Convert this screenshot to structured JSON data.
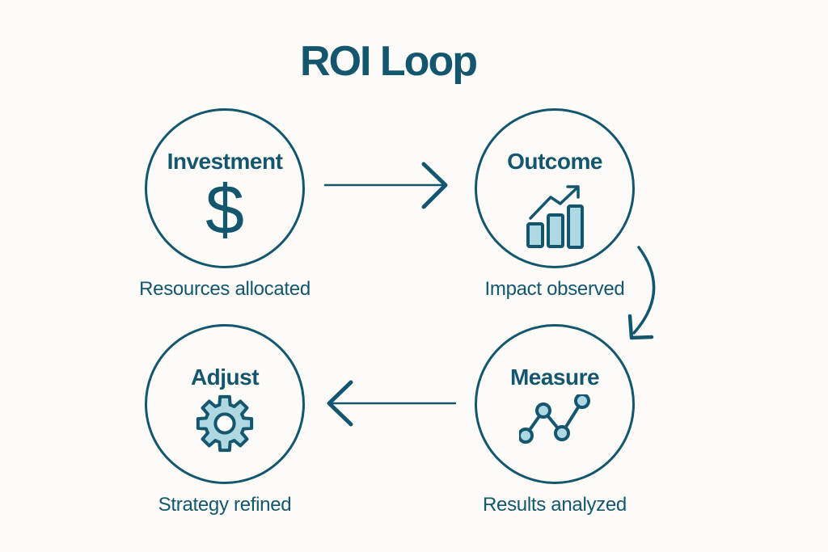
{
  "title": "ROI Loop",
  "colors": {
    "ink": "#14566e",
    "icon_fill": "#aed9e2",
    "background": "#fcfbf7"
  },
  "nodes": [
    {
      "id": "investment",
      "label": "Investment",
      "caption": "Resources allocated",
      "icon": "dollar-icon",
      "glyph": "$"
    },
    {
      "id": "outcome",
      "label": "Outcome",
      "caption": "Impact observed",
      "icon": "trend-bar-chart-icon"
    },
    {
      "id": "measure",
      "label": "Measure",
      "caption": "Results analyzed",
      "icon": "dotted-line-chart-icon"
    },
    {
      "id": "adjust",
      "label": "Adjust",
      "caption": "Strategy refined",
      "icon": "gear-icon"
    }
  ],
  "arrows": [
    {
      "from": "Investment",
      "to": "Outcome",
      "shape": "straight-right"
    },
    {
      "from": "Outcome",
      "to": "Measure",
      "shape": "curved-down-right"
    },
    {
      "from": "Measure",
      "to": "Adjust",
      "shape": "straight-left"
    }
  ]
}
